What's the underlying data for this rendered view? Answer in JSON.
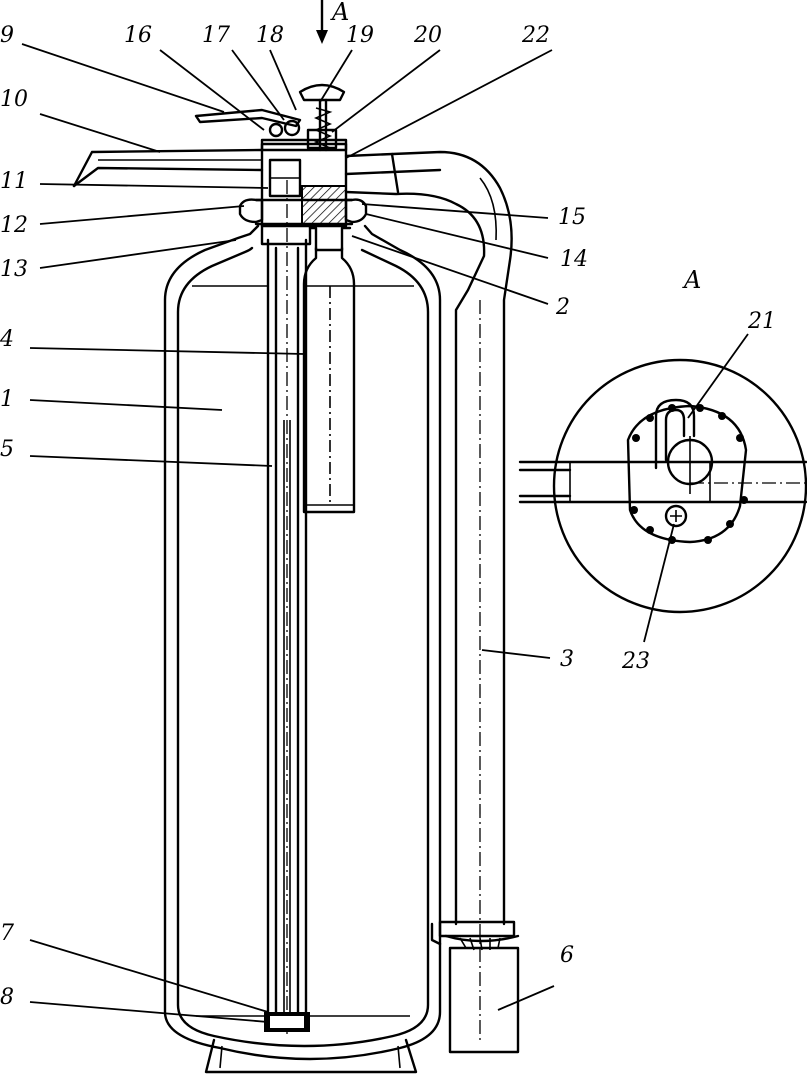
{
  "diagram": {
    "view_label": "A",
    "callouts": [
      "1",
      "2",
      "3",
      "4",
      "5",
      "6",
      "7",
      "8",
      "9",
      "10",
      "11",
      "12",
      "13",
      "14",
      "15",
      "16",
      "17",
      "18",
      "19",
      "20",
      "21",
      "22",
      "23"
    ]
  }
}
